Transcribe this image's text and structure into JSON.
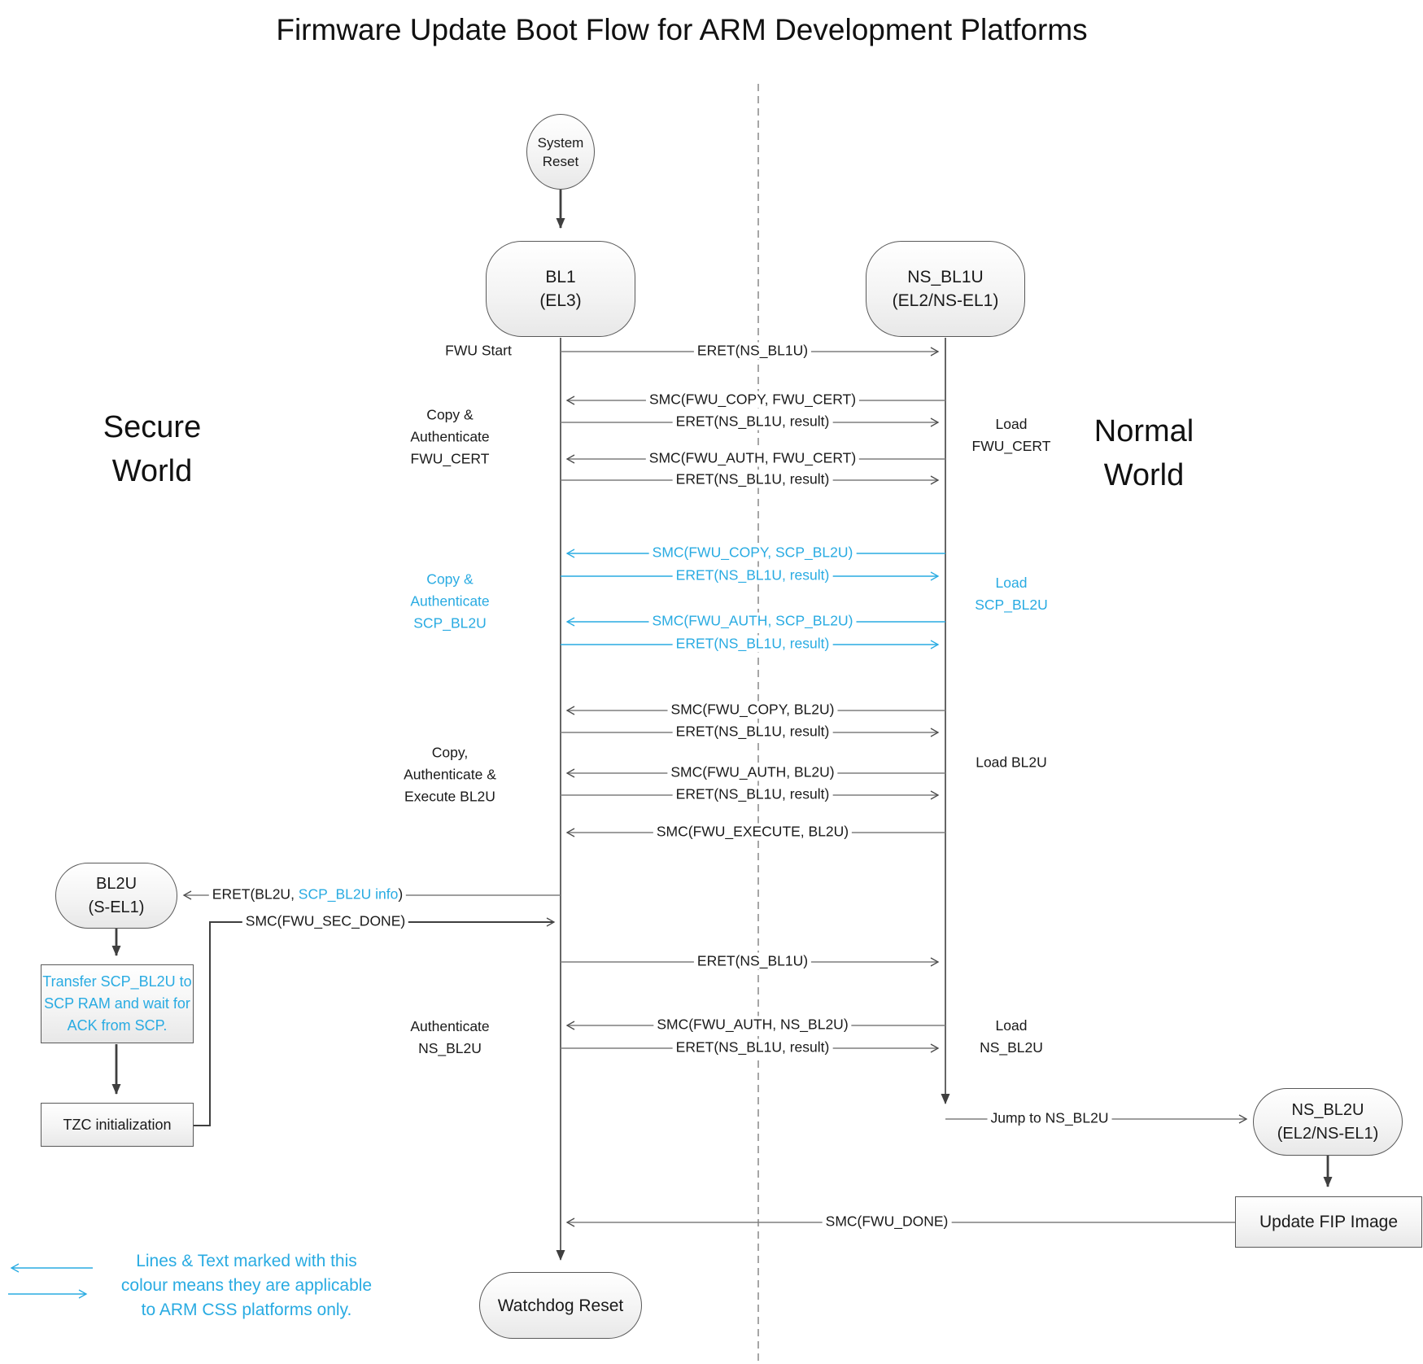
{
  "colors": {
    "accent": "#29ABE2",
    "line_gray": "#7f7f7f",
    "dark_line": "#3f3f3f",
    "node_border": "#595959"
  },
  "title": "Firmware Update Boot Flow for ARM Development Platforms",
  "worlds": {
    "secure": [
      "Secure",
      "World"
    ],
    "normal": [
      "Normal",
      "World"
    ]
  },
  "nodes": {
    "system_reset": [
      "System",
      "Reset"
    ],
    "bl1": [
      "BL1",
      "(EL3)"
    ],
    "ns_bl1u": [
      "NS_BL1U",
      "(EL2/NS-EL1)"
    ],
    "bl2u": [
      "BL2U",
      "(S-EL1)"
    ],
    "transfer_scp": [
      "Transfer SCP_BL2U to",
      "SCP RAM and wait for",
      "ACK from SCP."
    ],
    "tzc": "TZC initialization",
    "ns_bl2u": [
      "NS_BL2U",
      "(EL2/NS-EL1)"
    ],
    "update_fip": "Update FIP Image",
    "watchdog": "Watchdog Reset"
  },
  "side_labels": {
    "fwu_start": "FWU Start",
    "copy_auth_fwu_cert": [
      "Copy &",
      "Authenticate",
      "FWU_CERT"
    ],
    "copy_auth_scp_bl2u": [
      "Copy &",
      "Authenticate",
      "SCP_BL2U"
    ],
    "copy_auth_exec_bl2u": [
      "Copy,",
      "Authenticate &",
      "Execute BL2U"
    ],
    "auth_ns_bl2u": [
      "Authenticate",
      "NS_BL2U"
    ],
    "load_fwu_cert": [
      "Load",
      "FWU_CERT"
    ],
    "load_scp_bl2u": [
      "Load",
      "SCP_BL2U"
    ],
    "load_bl2u": "Load BL2U",
    "load_ns_bl2u": [
      "Load",
      "NS_BL2U"
    ]
  },
  "messages": {
    "eret_ns_bl1u_1": "ERET(NS_BL1U)",
    "smc_fwu_copy_fwu_cert": "SMC(FWU_COPY, FWU_CERT)",
    "eret_result_1": "ERET(NS_BL1U, result)",
    "smc_fwu_auth_fwu_cert": "SMC(FWU_AUTH, FWU_CERT)",
    "eret_result_2": "ERET(NS_BL1U, result)",
    "smc_fwu_copy_scp_bl2u": "SMC(FWU_COPY, SCP_BL2U)",
    "eret_result_3": "ERET(NS_BL1U, result)",
    "smc_fwu_auth_scp_bl2u": "SMC(FWU_AUTH, SCP_BL2U)",
    "eret_result_4": "ERET(NS_BL1U, result)",
    "smc_fwu_copy_bl2u": "SMC(FWU_COPY, BL2U)",
    "eret_result_5": "ERET(NS_BL1U, result)",
    "smc_fwu_auth_bl2u": "SMC(FWU_AUTH, BL2U)",
    "eret_result_6": "ERET(NS_BL1U, result)",
    "smc_fwu_execute_bl2u": "SMC(FWU_EXECUTE, BL2U)",
    "eret_bl2u": {
      "pre": "ERET(BL2U, ",
      "accent": "SCP_BL2U info",
      "post": ")"
    },
    "smc_fwu_sec_done": "SMC(FWU_SEC_DONE)",
    "eret_ns_bl1u_2": "ERET(NS_BL1U)",
    "smc_fwu_auth_ns_bl2u": "SMC(FWU_AUTH, NS_BL2U)",
    "eret_result_7": "ERET(NS_BL1U, result)",
    "jump_to_ns_bl2u": "Jump to NS_BL2U",
    "smc_fwu_done": "SMC(FWU_DONE)"
  },
  "legend": {
    "lines": [
      "Lines & Text marked with this",
      "colour means they are applicable",
      "to ARM CSS platforms only."
    ]
  }
}
